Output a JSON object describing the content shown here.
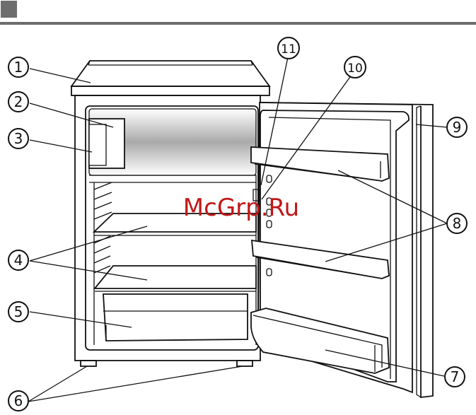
{
  "header": {
    "bar_color": "#6d6d6d",
    "square_color": "#6d6d6d"
  },
  "watermark": {
    "text": "McGrp.Ru",
    "color": "#c01818"
  },
  "callouts": [
    {
      "id": "1",
      "label": "1"
    },
    {
      "id": "2",
      "label": "2"
    },
    {
      "id": "3",
      "label": "3"
    },
    {
      "id": "4",
      "label": "4"
    },
    {
      "id": "5",
      "label": "5"
    },
    {
      "id": "6",
      "label": "6"
    },
    {
      "id": "7",
      "label": "7"
    },
    {
      "id": "8",
      "label": "8"
    },
    {
      "id": "9",
      "label": "9"
    },
    {
      "id": "10",
      "label": "10"
    },
    {
      "id": "11",
      "label": "11"
    }
  ]
}
